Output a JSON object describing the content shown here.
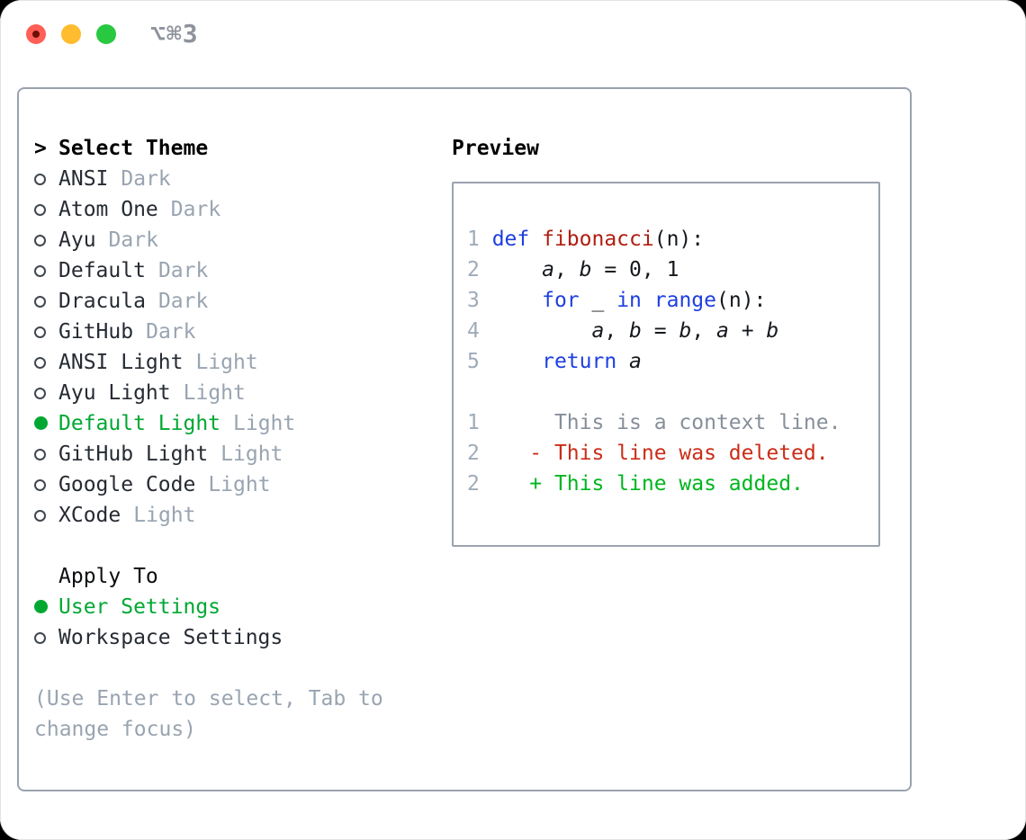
{
  "window": {
    "title": "⌥⌘3"
  },
  "colors": {
    "selection_green": "#00a832",
    "added_green": "#00b51e",
    "deleted_red": "#cb2c17",
    "keyword_blue": "#1e3fe0",
    "function_red": "#b01e10",
    "muted_gray": "#99a4b1",
    "line_number_gray": "#9fabb8",
    "panel_border": "#9aa3ae",
    "traffic_red": "#ff5f57",
    "traffic_yellow": "#febc2e",
    "traffic_green": "#28c840"
  },
  "left": {
    "cursor": ">",
    "heading": "Select Theme",
    "themes": [
      {
        "name": "ANSI",
        "variant": "Dark",
        "selected": false
      },
      {
        "name": "Atom One",
        "variant": "Dark",
        "selected": false
      },
      {
        "name": "Ayu",
        "variant": "Dark",
        "selected": false
      },
      {
        "name": "Default",
        "variant": "Dark",
        "selected": false
      },
      {
        "name": "Dracula",
        "variant": "Dark",
        "selected": false
      },
      {
        "name": "GitHub",
        "variant": "Dark",
        "selected": false
      },
      {
        "name": "ANSI Light",
        "variant": "Light",
        "selected": false
      },
      {
        "name": "Ayu Light",
        "variant": "Light",
        "selected": false
      },
      {
        "name": "Default Light",
        "variant": "Light",
        "selected": true
      },
      {
        "name": "GitHub Light",
        "variant": "Light",
        "selected": false
      },
      {
        "name": "Google Code",
        "variant": "Light",
        "selected": false
      },
      {
        "name": "XCode",
        "variant": "Light",
        "selected": false
      }
    ],
    "apply_heading": "Apply To",
    "apply_options": [
      {
        "label": "User Settings",
        "selected": true
      },
      {
        "label": "Workspace Settings",
        "selected": false
      }
    ],
    "footer_line1": "(Use Enter to select, Tab to",
    "footer_line2": "change focus)"
  },
  "preview": {
    "heading": "Preview",
    "lines": [
      {
        "num": "1",
        "tokens": [
          [
            "def ",
            "kw"
          ],
          [
            "fibonacci",
            "fn"
          ],
          [
            "(n):",
            "pl"
          ]
        ]
      },
      {
        "num": "2",
        "tokens": [
          [
            "    ",
            "pl"
          ],
          [
            "a",
            "var"
          ],
          [
            ", ",
            "pl"
          ],
          [
            "b",
            "var"
          ],
          [
            " = 0, 1",
            "pl"
          ]
        ]
      },
      {
        "num": "3",
        "tokens": [
          [
            "    ",
            "pl"
          ],
          [
            "for",
            "kw"
          ],
          [
            " _ ",
            "pl"
          ],
          [
            "in",
            "kw"
          ],
          [
            " ",
            "pl"
          ],
          [
            "range",
            "kw"
          ],
          [
            "(n):",
            "pl"
          ]
        ]
      },
      {
        "num": "4",
        "tokens": [
          [
            "        ",
            "pl"
          ],
          [
            "a",
            "var"
          ],
          [
            ", ",
            "pl"
          ],
          [
            "b",
            "var"
          ],
          [
            " = ",
            "pl"
          ],
          [
            "b",
            "var"
          ],
          [
            ", ",
            "pl"
          ],
          [
            "a",
            "var"
          ],
          [
            " + ",
            "pl"
          ],
          [
            "b",
            "var"
          ]
        ]
      },
      {
        "num": "5",
        "tokens": [
          [
            "    ",
            "pl"
          ],
          [
            "return",
            "kw"
          ],
          [
            " ",
            "pl"
          ],
          [
            "a",
            "var"
          ]
        ]
      },
      {
        "num": "",
        "tokens": []
      },
      {
        "num": "1",
        "tokens": [
          [
            "     This is a context line.",
            "ctx"
          ]
        ]
      },
      {
        "num": "2",
        "tokens": [
          [
            "   - This line was deleted.",
            "del"
          ]
        ]
      },
      {
        "num": "2",
        "tokens": [
          [
            "   + This line was added.",
            "add"
          ]
        ]
      }
    ]
  }
}
